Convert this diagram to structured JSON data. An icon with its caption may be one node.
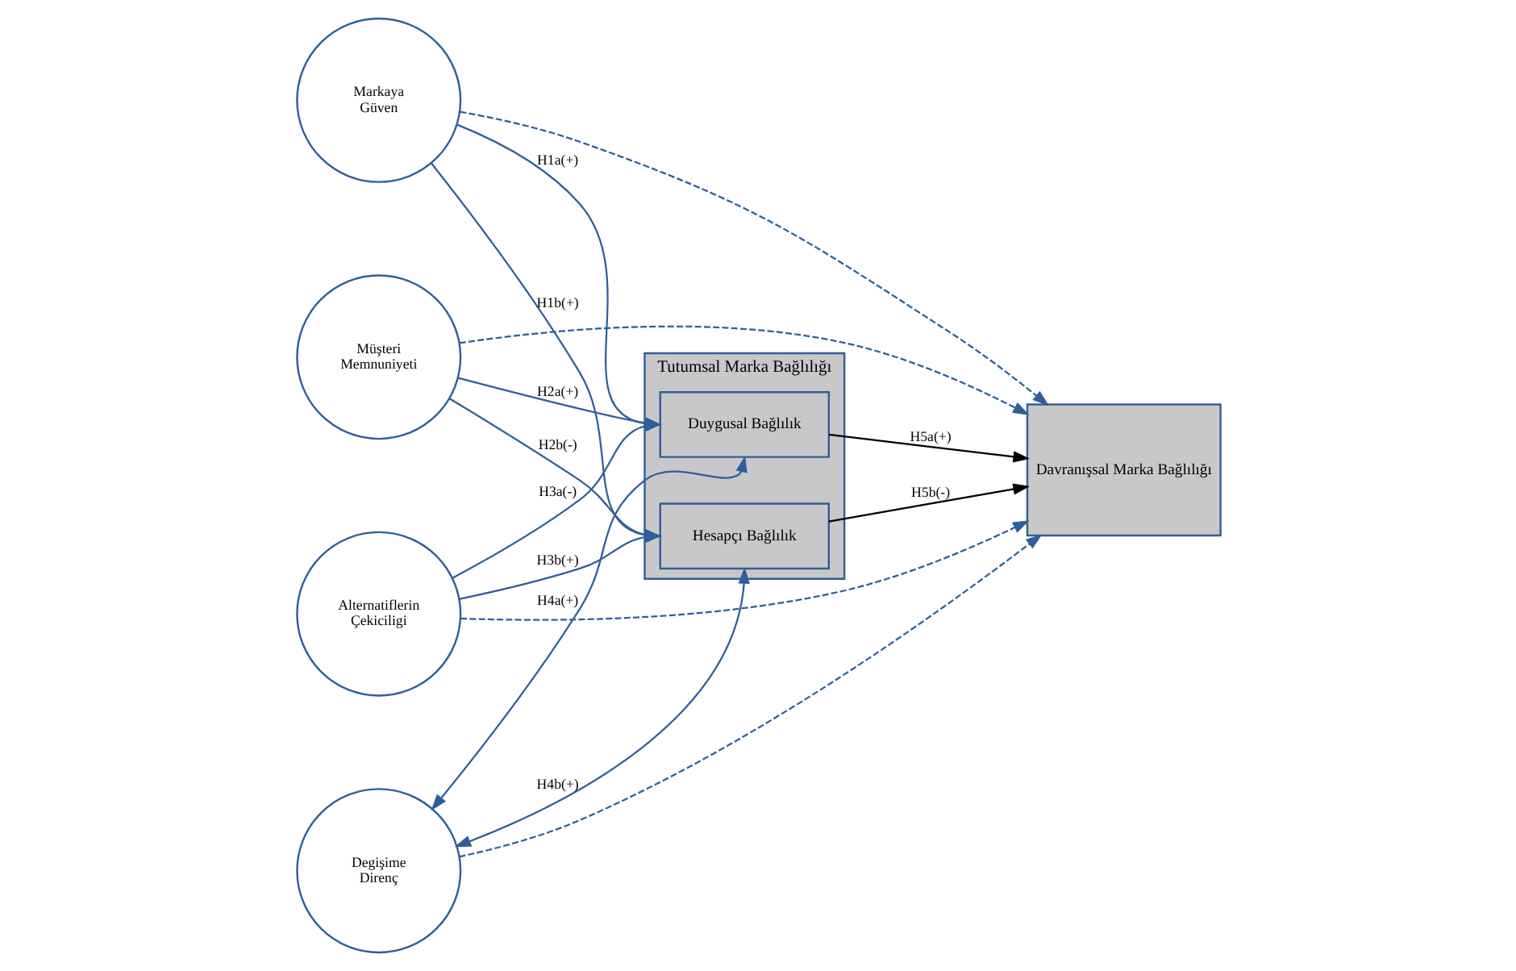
{
  "diagram": {
    "nodes": [
      {
        "text": [
          "Markaya Güven"
        ]
      },
      {
        "text": [
          "Müşteri Memnuniyeti"
        ]
      },
      {
        "text": [
          "Alternatiflerin Çekiciligi"
        ]
      },
      {
        "text": [
          "Degişime Direnç"
        ]
      },
      {
        "text": [
          "Tutumsal Marka Bağlılığı"
        ]
      },
      {
        "text": [
          "Duygusal Bağlılık"
        ],
        "in": 4
      },
      {
        "text": [
          "Hesapçı Bağlılık"
        ],
        "in": 4
      },
      {
        "text": [
          "Davranışsal Marka Bağlılığı"
        ]
      }
    ],
    "edges": [
      {
        "from": 0,
        "to": 5,
        "arrow": "to",
        "label": "H1a(+)"
      },
      {
        "from": 0,
        "to": 6,
        "arrow": "to",
        "label": "H1b(+)"
      },
      {
        "from": 0,
        "to": 7,
        "arrow": "to",
        "style": "dashed"
      },
      {
        "from": 1,
        "to": 5,
        "arrow": "to",
        "label": "H2a(+)"
      },
      {
        "from": 1,
        "to": 6,
        "arrow": "to",
        "label": "H2b(-)"
      },
      {
        "from": 1,
        "to": 7,
        "arrow": "to",
        "style": "dashed"
      },
      {
        "from": 2,
        "to": 5,
        "arrow": "to",
        "label": "H3a(-)"
      },
      {
        "from": 2,
        "to": 6,
        "arrow": "to",
        "label": "H3b(+)"
      },
      {
        "from": 2,
        "to": 7,
        "arrow": "to",
        "style": "dashed"
      },
      {
        "from": 3,
        "to": 5,
        "arrow": "both",
        "label": "H4a(+)"
      },
      {
        "from": 3,
        "to": 6,
        "arrow": "both",
        "label": "H4b(+)"
      },
      {
        "from": 3,
        "to": 7,
        "arrow": "to",
        "style": "dashed"
      },
      {
        "from": 5,
        "to": 7,
        "arrow": "to",
        "label": "H5a(+)",
        "color": "#000000"
      },
      {
        "from": 6,
        "to": 7,
        "arrow": "to",
        "label": "H5b(-)",
        "color": "#000000"
      }
    ]
  }
}
